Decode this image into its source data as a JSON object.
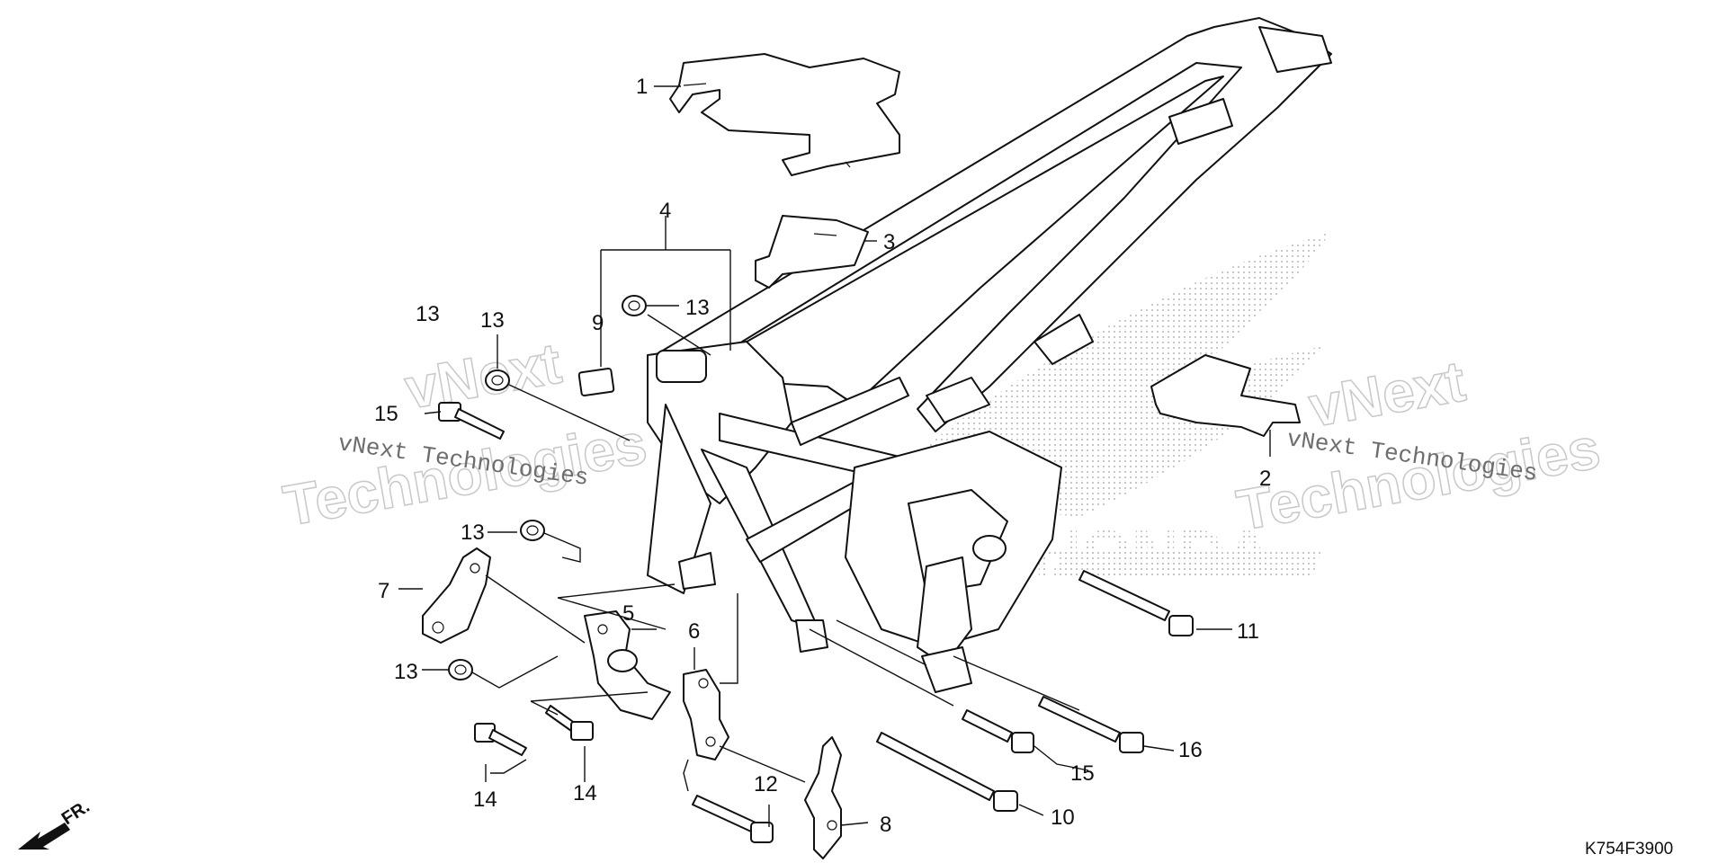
{
  "diagram": {
    "callouts": [
      "1",
      "2",
      "3",
      "4",
      "5",
      "6",
      "7",
      "8",
      "9",
      "10",
      "11",
      "12",
      "13",
      "13",
      "13",
      "13",
      "13",
      "14",
      "14",
      "15",
      "15",
      "16"
    ],
    "drawing_code": "K754F3900",
    "front_arrow_label": "FR."
  },
  "watermarks": {
    "brand_line1": "vNext",
    "brand_line2": "Technologies",
    "brand_inline": "vNext Technologies"
  },
  "colors": {
    "ink": "#111111",
    "watermark_outline": "#c8c8c8",
    "watermark_text": "#6d6d6d"
  }
}
